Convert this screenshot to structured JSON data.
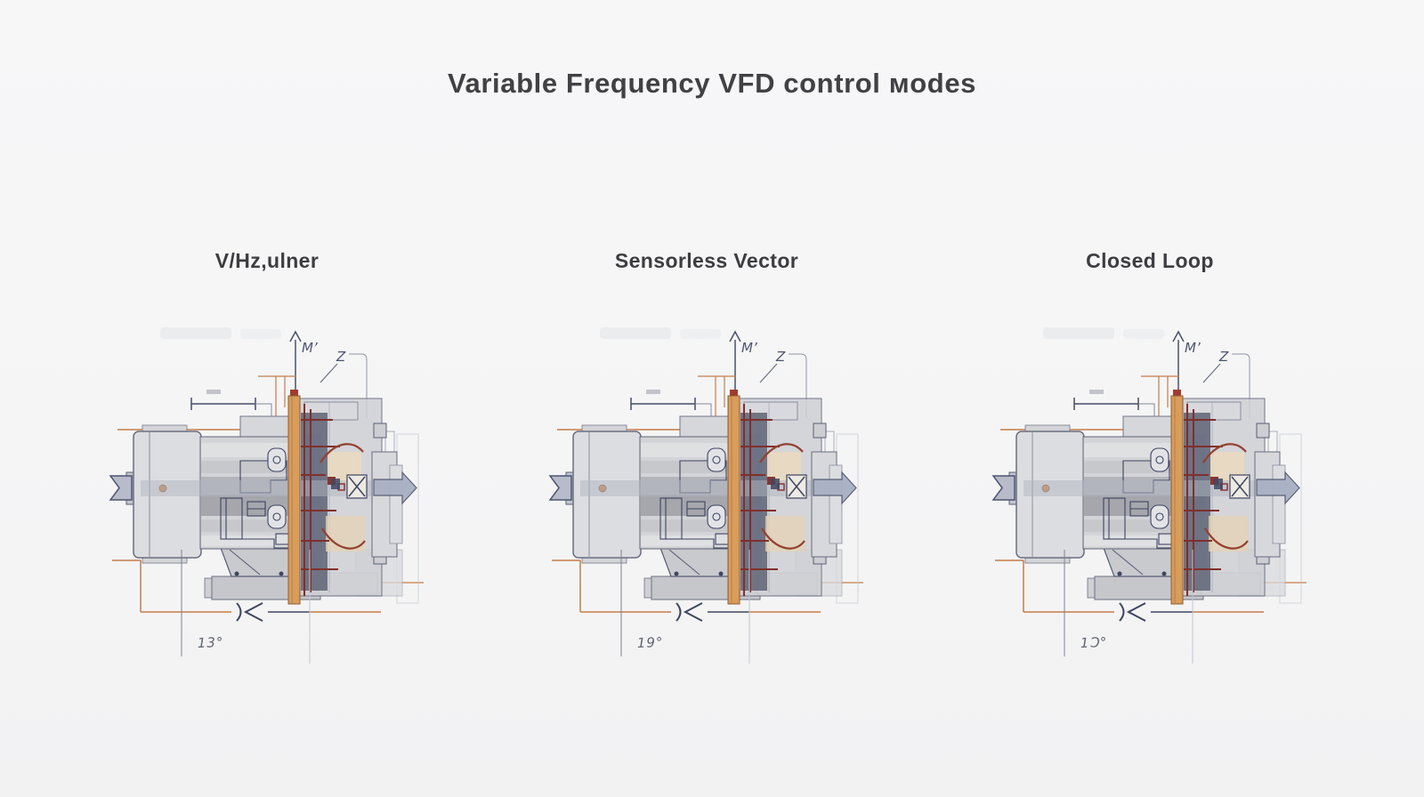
{
  "title": "Variable Frequency VFD control мodes",
  "diagrams": [
    {
      "label": "V/Hz,ulner",
      "angle_label": "13°"
    },
    {
      "label": "Sensorless Vector",
      "angle_label": "19°"
    },
    {
      "label": "Closed Loop",
      "angle_label": "1Ɔ°"
    }
  ],
  "annotations": {
    "torque_label": "M’",
    "z_label": "Z"
  },
  "colors": {
    "background": "#f5f5f6",
    "title_text": "#414145",
    "caption_text": "#3d3d40",
    "motor_body_grey": "#d3d4d7",
    "commutator_orange": "#d89c5c",
    "dimension_orange": "#c57c49",
    "wiring_red": "#7f2f2d",
    "outline_blue_grey": "#4a5168",
    "arrow_blue_grey": "#a9afc3",
    "annotation_grey": "#5d6370"
  }
}
